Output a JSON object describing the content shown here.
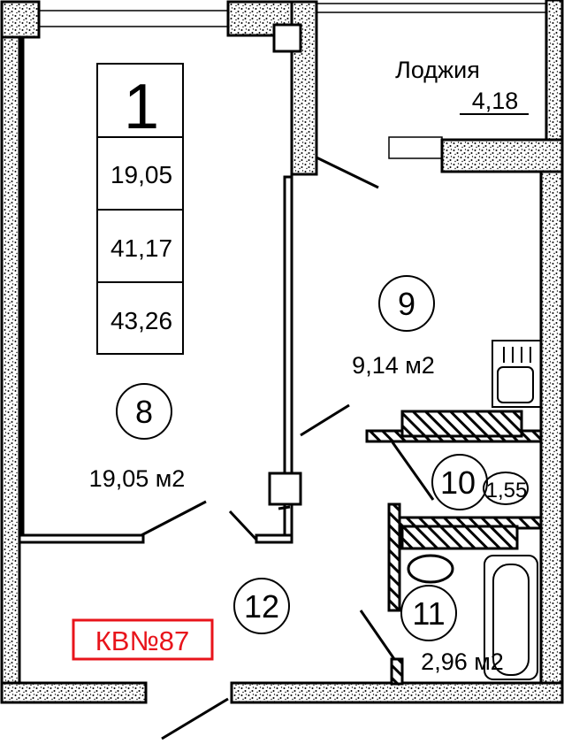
{
  "plan": {
    "apartment_rooms": "1",
    "living_area": "19,05",
    "total_area": "41,17",
    "total_area_with_loggia": "43,26",
    "apartment_label": "КВ№87",
    "apartment_label_color": "#e8141b"
  },
  "rooms": {
    "loggia": {
      "name": "Лоджия",
      "area": "4,18"
    },
    "room8": {
      "number": "8",
      "area": "19,05 м2"
    },
    "room9": {
      "number": "9",
      "area": "9,14 м2"
    },
    "room10": {
      "number": "10",
      "area": "1,55"
    },
    "room11": {
      "number": "11",
      "area": "2,96 м2"
    },
    "room12": {
      "number": "12"
    }
  }
}
